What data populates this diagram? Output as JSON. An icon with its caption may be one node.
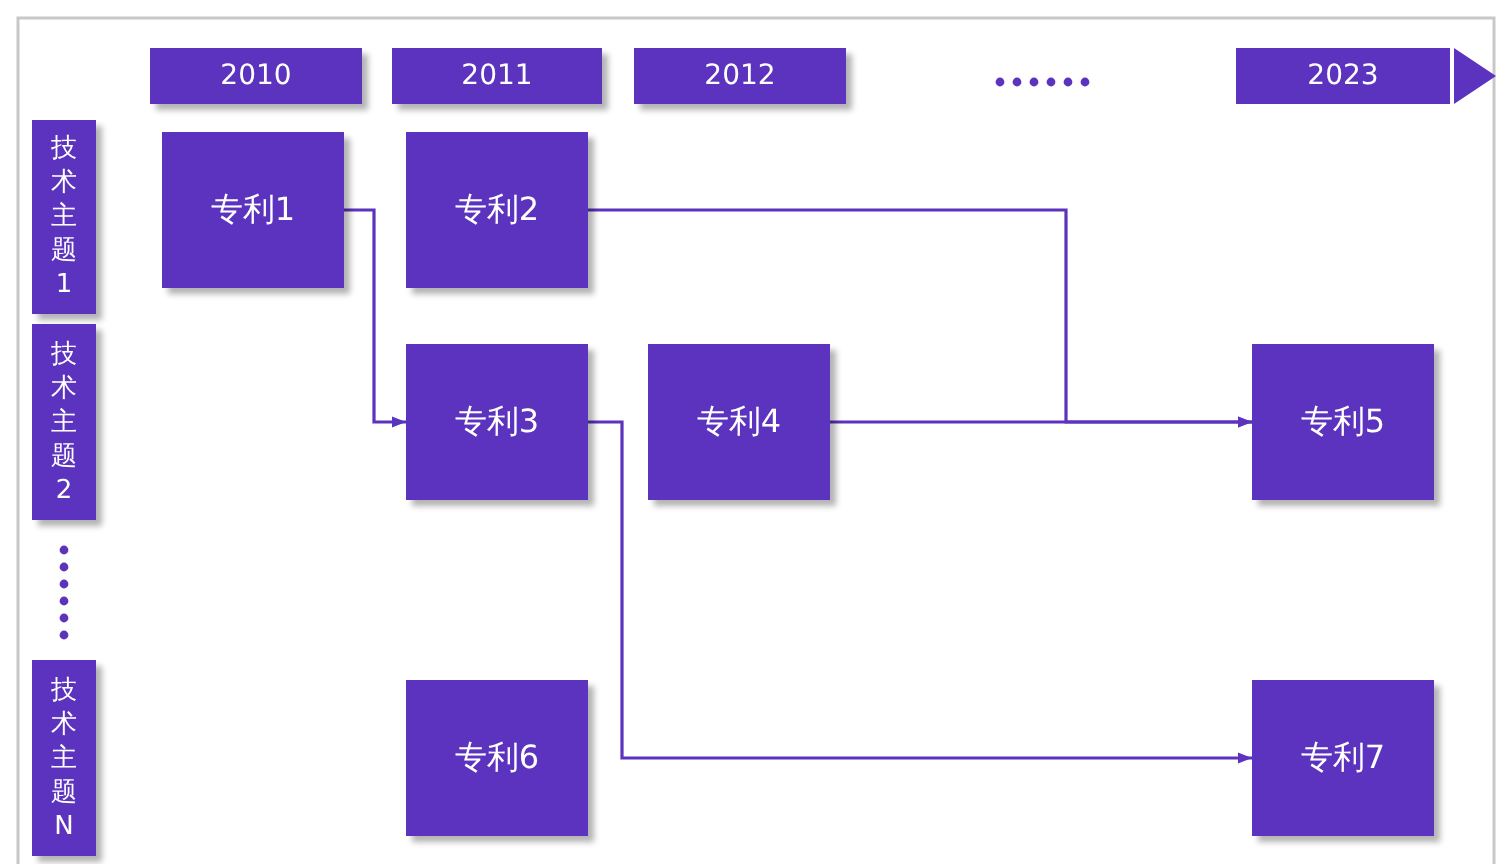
{
  "diagram": {
    "nodes": [
      {
        "text": [
          "2010"
        ]
      },
      {
        "text": [
          "2011"
        ]
      },
      {
        "text": [
          "2012"
        ]
      },
      {
        "text": [
          "2023"
        ]
      },
      {
        "text": [
          "技术主题1"
        ]
      },
      {
        "text": [
          "技术主题2"
        ]
      },
      {
        "text": [
          "技术主题N"
        ]
      },
      {
        "text": [
          "专利1"
        ]
      },
      {
        "text": [
          "专利2"
        ]
      },
      {
        "text": [
          "专利3"
        ]
      },
      {
        "text": [
          "专利4"
        ]
      },
      {
        "text": [
          "专利5"
        ]
      },
      {
        "text": [
          "专利6"
        ]
      },
      {
        "text": [
          "专利7"
        ]
      }
    ],
    "edges": [
      {
        "from": 7,
        "to": 9,
        "arrow": "to"
      },
      {
        "from": 8,
        "to": 11,
        "arrow": "to"
      },
      {
        "from": 10,
        "to": 11,
        "arrow": "to"
      },
      {
        "from": 9,
        "to": 13,
        "arrow": "to"
      }
    ]
  }
}
